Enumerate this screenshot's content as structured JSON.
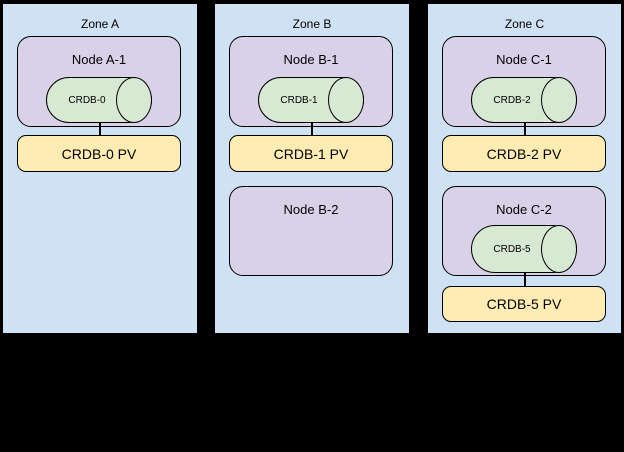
{
  "diagram": {
    "background": "#000000",
    "colors": {
      "zone_fill": "#cfe2f3",
      "node_fill": "#d8d1e8",
      "db_fill": "#d7e8d3",
      "pv_fill": "#ffecb3",
      "border": "#000000"
    },
    "zones": {
      "a": {
        "title": "Zone A",
        "node1_label": "Node A-1",
        "db1_label": "CRDB-0",
        "pv1_label": "CRDB-0 PV"
      },
      "b": {
        "title": "Zone B",
        "node1_label": "Node B-1",
        "db1_label": "CRDB-1",
        "pv1_label": "CRDB-1 PV",
        "node2_label": "Node B-2"
      },
      "c": {
        "title": "Zone C",
        "node1_label": "Node C-1",
        "db1_label": "CRDB-2",
        "pv1_label": "CRDB-2 PV",
        "node2_label": "Node C-2",
        "db2_label": "CRDB-5",
        "pv2_label": "CRDB-5 PV"
      }
    }
  }
}
